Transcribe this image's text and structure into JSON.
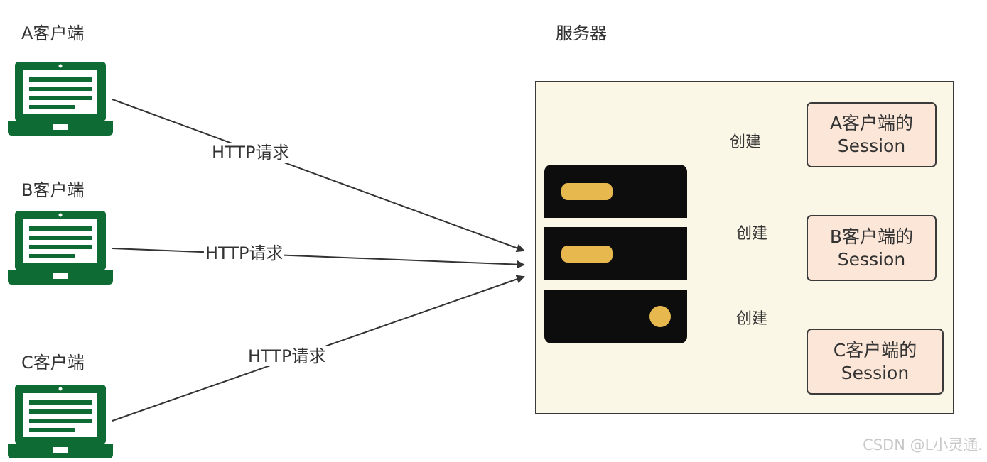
{
  "clients": [
    {
      "label": "A客户端"
    },
    {
      "label": "B客户端"
    },
    {
      "label": "C客户端"
    }
  ],
  "server": {
    "title": "服务器"
  },
  "requests": [
    {
      "label": "HTTP请求"
    },
    {
      "label": "HTTP请求"
    },
    {
      "label": "HTTP请求"
    }
  ],
  "creates": [
    {
      "label": "创建"
    },
    {
      "label": "创建"
    },
    {
      "label": "创建"
    }
  ],
  "sessions": [
    {
      "line1": "A客户端的",
      "line2": "Session"
    },
    {
      "line1": "B客户端的",
      "line2": "Session"
    },
    {
      "line1": "C客户端的",
      "line2": "Session"
    }
  ],
  "colors": {
    "laptop": "#0e6b34",
    "server_box_fill": "#fbf7e6",
    "rack": "#0d0d0d",
    "indicator": "#e6b84e",
    "session_fill": "#fbe6d8"
  },
  "icons": {
    "client": "laptop-icon",
    "server": "server-rack-icon"
  },
  "watermark": "CSDN @L小灵通."
}
